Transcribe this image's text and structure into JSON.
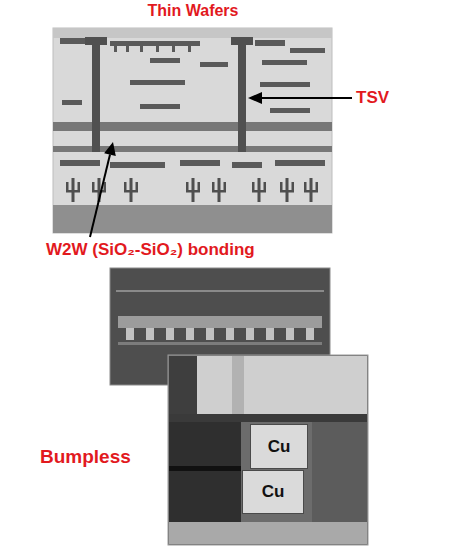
{
  "diagram": {
    "title": "Thin Wafers",
    "nodes": [
      {
        "text": [
          "Cu"
        ]
      },
      {
        "text": [
          "Cu"
        ]
      }
    ],
    "edges": [],
    "labels": [
      "TSV",
      "W2W (SiO₂-SiO₂) bonding",
      "Bumpless"
    ]
  }
}
